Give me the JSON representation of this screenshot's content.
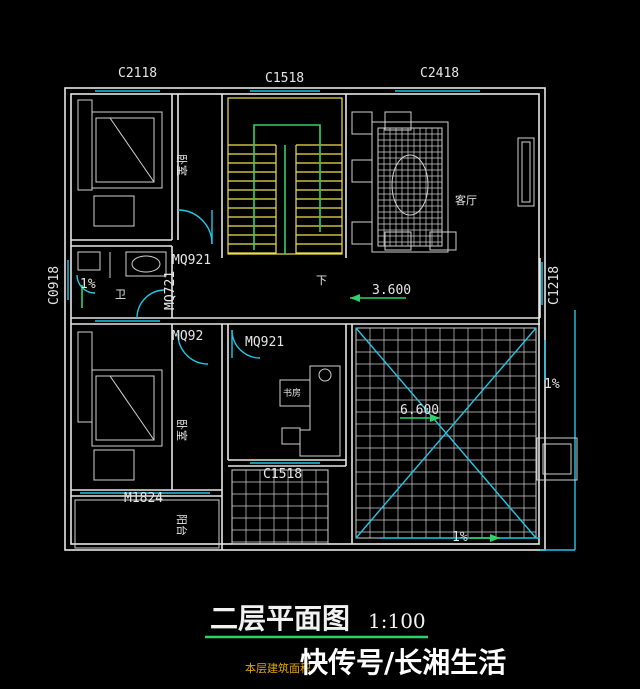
{
  "title": "二层平面图",
  "scale": "1:100",
  "subtitle": "本层建筑面积",
  "watermark": "快传号/长湘生活",
  "labels": {
    "window_top_left": "C2118",
    "window_top_mid": "C1518",
    "window_top_right": "C2418",
    "window_left": "C0918",
    "window_right": "C1218",
    "window_mid_bottom": "C1518",
    "door_1": "MQ921",
    "door_2": "MQ721",
    "door_3": "MQ92",
    "door_4": "MQ921",
    "door_balcony": "M1824",
    "dim_hall": "3.600",
    "dim_terrace": "6.600",
    "slope_1": "1%",
    "slope_2": "1%",
    "slope_3": "1%",
    "stair_down": "下"
  },
  "rooms": {
    "bedroom_1": "卧室",
    "bedroom_2": "卧室",
    "bathroom": "卫",
    "living": "客厅",
    "study": "书房",
    "balcony": "阳台"
  }
}
